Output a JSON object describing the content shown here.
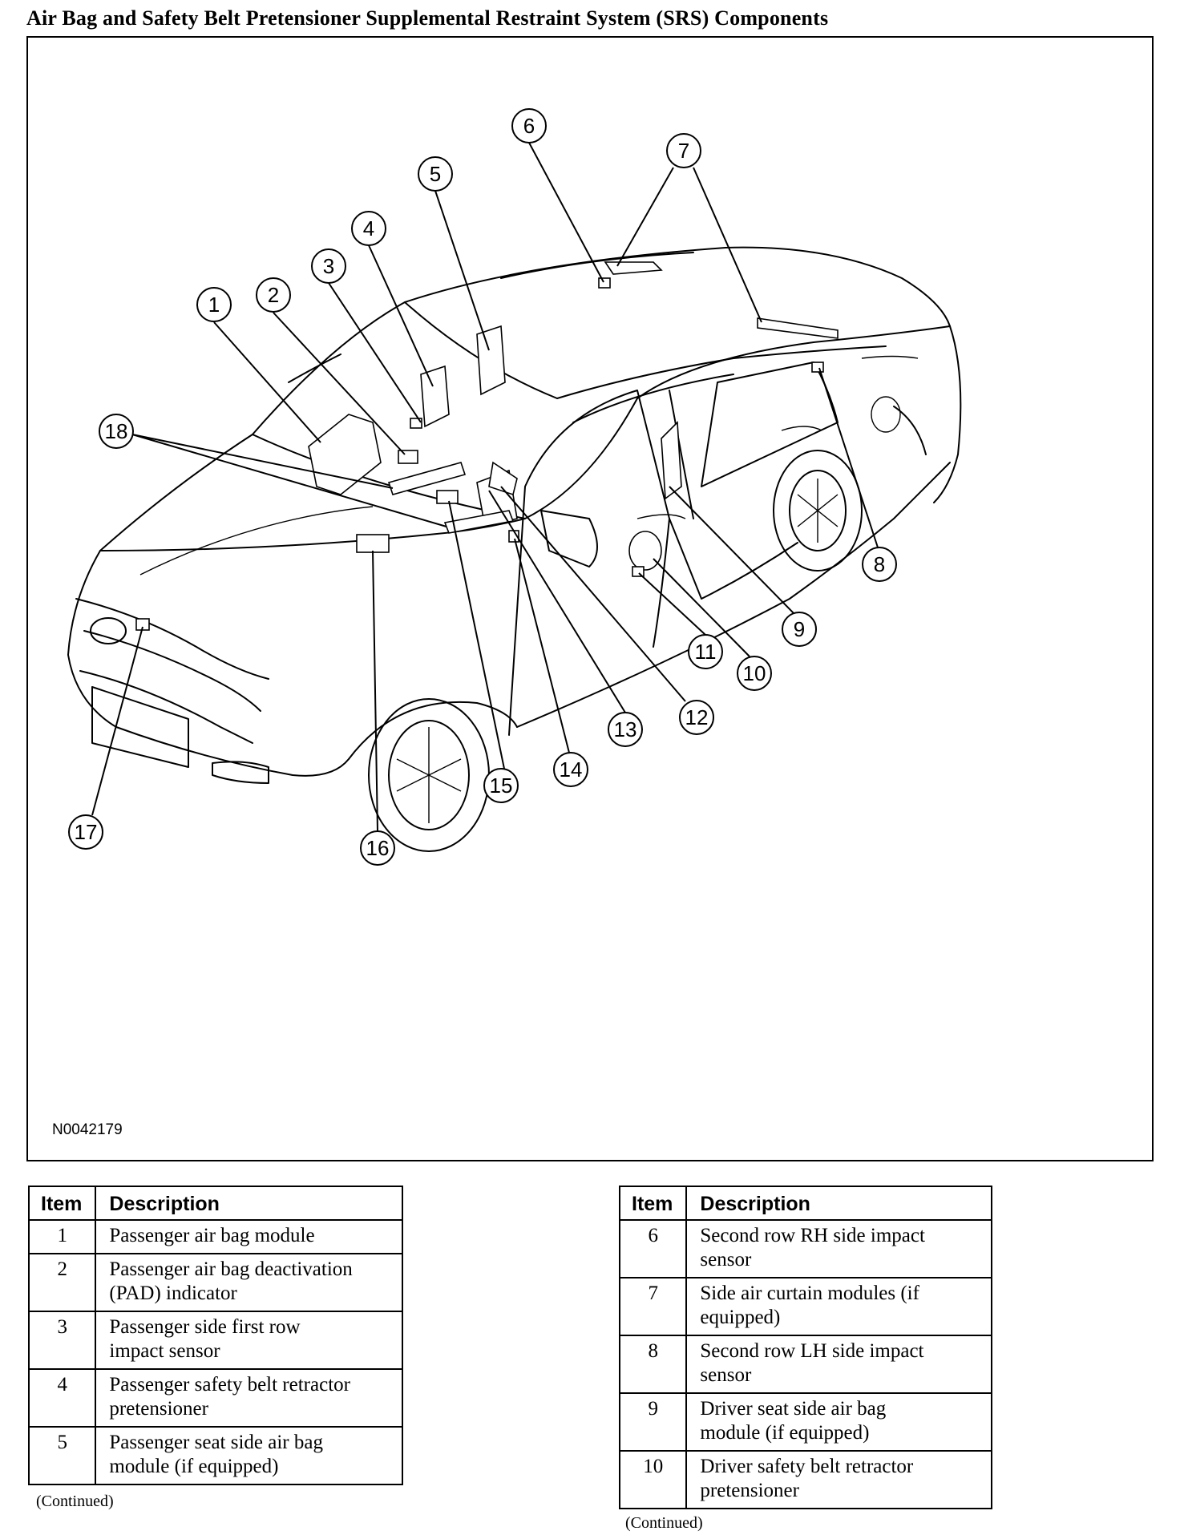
{
  "title": "Air Bag and Safety Belt Pretensioner Supplemental Restraint System (SRS) Components",
  "figure_id": "N0042179",
  "callouts": [
    "1",
    "2",
    "3",
    "4",
    "5",
    "6",
    "7",
    "8",
    "9",
    "10",
    "11",
    "12",
    "13",
    "14",
    "15",
    "16",
    "17",
    "18"
  ],
  "table_left": {
    "headers": {
      "item": "Item",
      "description": "Description"
    },
    "rows": [
      {
        "item": "1",
        "lines": [
          "Passenger air bag module"
        ]
      },
      {
        "item": "2",
        "lines": [
          "Passenger air bag deactivation",
          "(PAD) indicator"
        ]
      },
      {
        "item": "3",
        "lines": [
          "Passenger side first row",
          "impact sensor"
        ]
      },
      {
        "item": "4",
        "lines": [
          "Passenger safety belt retractor",
          "pretensioner"
        ]
      },
      {
        "item": "5",
        "lines": [
          "Passenger seat side air bag",
          "module (if equipped)"
        ]
      }
    ],
    "continued": "(Continued)"
  },
  "table_right": {
    "headers": {
      "item": "Item",
      "description": "Description"
    },
    "rows": [
      {
        "item": "6",
        "lines": [
          "Second row RH side impact",
          "sensor"
        ]
      },
      {
        "item": "7",
        "lines": [
          "Side air curtain modules (if",
          "equipped)"
        ]
      },
      {
        "item": "8",
        "lines": [
          "Second row LH side impact",
          "sensor"
        ]
      },
      {
        "item": "9",
        "lines": [
          "Driver seat side air bag",
          "module (if equipped)"
        ]
      },
      {
        "item": "10",
        "lines": [
          "Driver safety belt retractor",
          "pretensioner"
        ]
      }
    ],
    "continued": "(Continued)"
  }
}
